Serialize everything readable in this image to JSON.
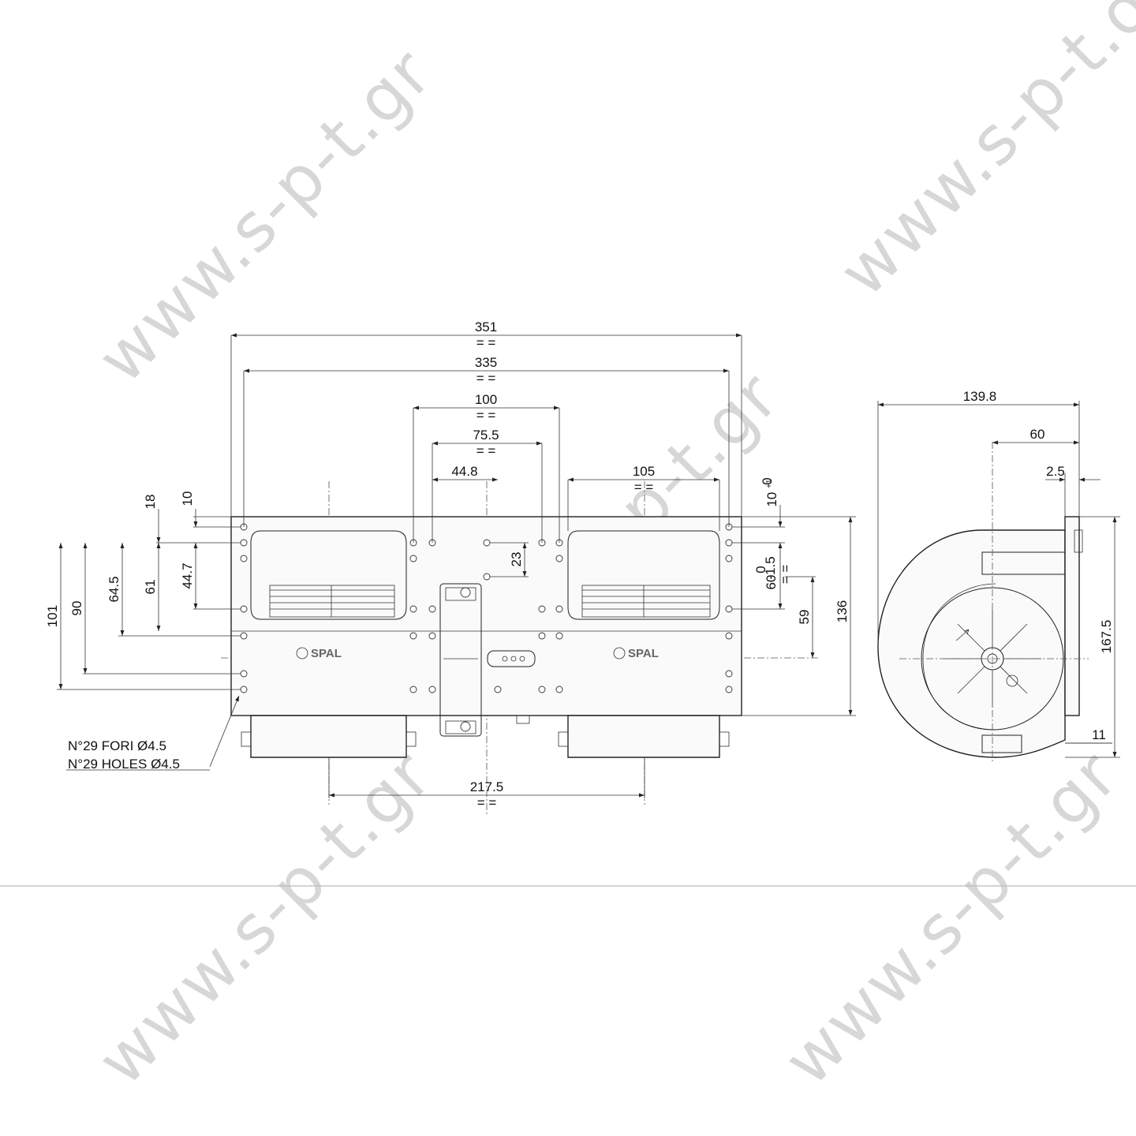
{
  "watermark": "www.s-p-t.gr",
  "brand": "SPAL",
  "front_view": {
    "widths": {
      "overall": "351",
      "holes_outer": "335",
      "motor_100": "100",
      "motor_75_5": "75.5",
      "motor_44_8": "44.8",
      "outlet": "105",
      "inlet_spacing": "217.5"
    },
    "heights_left": [
      "101",
      "90",
      "64.5",
      "61",
      "44.7",
      "18",
      "10"
    ],
    "heights_right": {
      "top_offset": "10",
      "top_offset_tol_upper": "+1",
      "top_offset_tol_lower": "0",
      "mid": "60",
      "mid_tol_upper": "0",
      "mid_tol_lower": "-1.5",
      "h59": "59",
      "overall": "136",
      "h23": "23"
    },
    "equal_mark": "= =",
    "holes_note": [
      "N°29 FORI Ø4.5",
      "N°29 HOLES Ø4.5"
    ]
  },
  "side_view": {
    "overall_depth": "139.8",
    "shaft_offset": "60",
    "flange": "2.5",
    "height": "167.5",
    "bottom": "11"
  }
}
